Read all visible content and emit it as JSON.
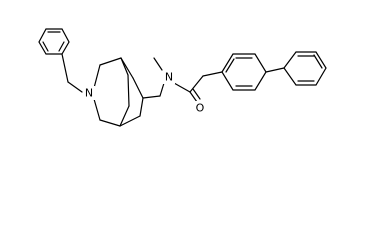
{
  "molecule": {
    "atom_labels": {
      "amine_nitrogen": "N",
      "amide_nitrogen": "N",
      "carbonyl_oxygen": "O"
    },
    "colors": {
      "bond": "#000000",
      "label": "#000000",
      "background": "#ffffff"
    }
  }
}
